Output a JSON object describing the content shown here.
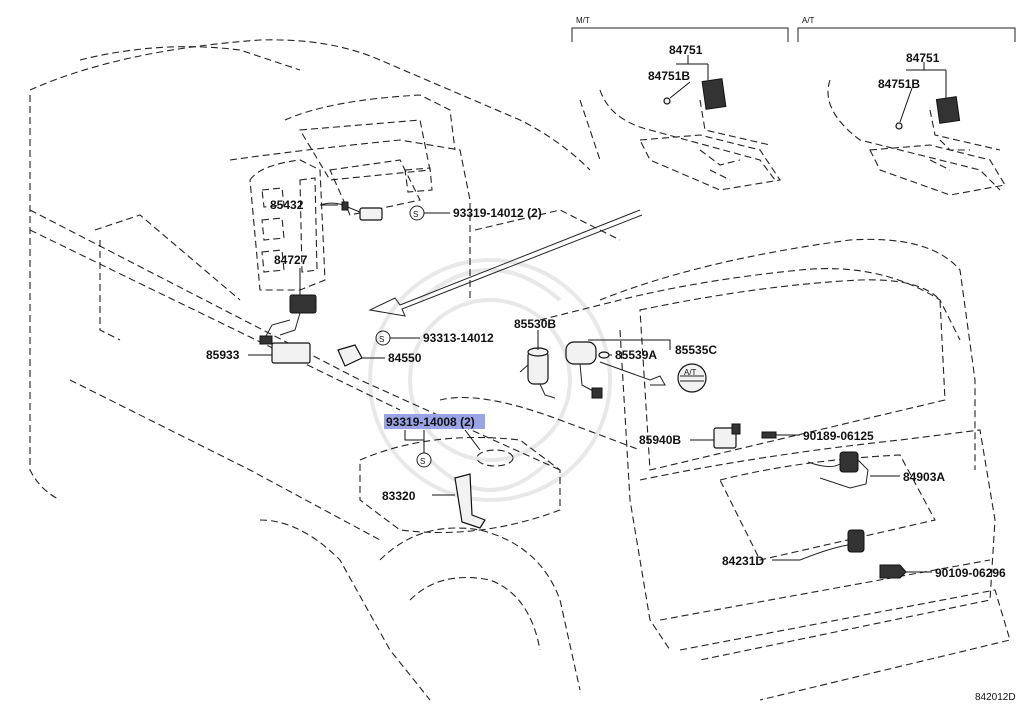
{
  "header": {
    "mt_label": "M/T",
    "at_label": "A/T"
  },
  "parts": {
    "p84751_mt": "84751",
    "p84751b_mt": "84751B",
    "p84751_at": "84751",
    "p84751b_at": "84751B",
    "p85432": "85432",
    "p93319_14012": "93319-14012 (2)",
    "p84727": "84727",
    "p85933": "85933",
    "p93313_14012": "93313-14012",
    "p84550": "84550",
    "p85530b": "85530B",
    "p85539a": "85539A",
    "p85535c": "85535C",
    "p93319_14008": "93319-14008 (2)",
    "p85940b": "85940B",
    "p90189_06125": "90189-06125",
    "p84903a": "84903A",
    "p83320": "83320",
    "p84231d": "84231D",
    "p90109_06296": "90109-06296"
  },
  "symbols": {
    "screw_mark": "S",
    "label_mark": "A/T"
  },
  "footer": {
    "diagram_code": "842012D"
  },
  "colors": {
    "highlight": "#9aa3e6",
    "ink": "#111111"
  }
}
